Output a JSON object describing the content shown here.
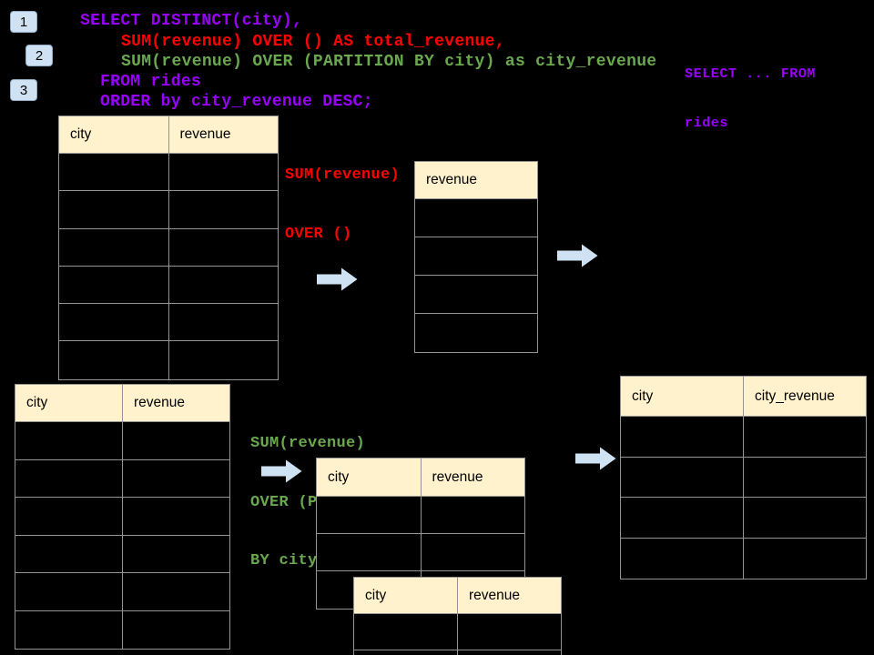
{
  "page": {
    "background": "#000000"
  },
  "badges": [
    {
      "label": "1"
    },
    {
      "label": "2"
    },
    {
      "label": "3"
    }
  ],
  "sql": {
    "lines": [
      {
        "text": "SELECT DISTINCT(city),",
        "color": "#9900FF"
      },
      {
        "text": "SUM(revenue) OVER () AS total_revenue,",
        "color": "#FF0000"
      },
      {
        "text": "SUM(revenue) OVER (PARTITION BY city) as city_revenue",
        "color": "#6AA84F"
      },
      {
        "text": "FROM rides",
        "color": "#9900FF"
      },
      {
        "text": "ORDER by city_revenue DESC;",
        "color": "#9900FF"
      }
    ]
  },
  "side_note": {
    "line1": "SELECT ... FROM",
    "line2": "rides"
  },
  "labels": {
    "total_revenue_note": {
      "line1": "SUM(revenue)",
      "line2": "OVER ()"
    },
    "partition_note": {
      "line1": "SUM(revenue)",
      "line2": "OVER (PARTITION",
      "line3": "BY city)"
    }
  },
  "tables": {
    "source_top": {
      "columns": [
        "city",
        "revenue"
      ],
      "row_count": 6,
      "cells": []
    },
    "total_revenue": {
      "columns": [
        "revenue"
      ],
      "row_count": 4,
      "cells": []
    },
    "source_bottom": {
      "columns": [
        "city",
        "revenue"
      ],
      "row_count": 6,
      "cells": []
    },
    "partition_a": {
      "columns": [
        "city",
        "revenue"
      ],
      "row_count": 3,
      "cells": []
    },
    "partition_b": {
      "columns": [
        "city",
        "revenue"
      ],
      "row_count": 2,
      "cells": []
    },
    "city_revenue": {
      "columns": [
        "city",
        "city_revenue"
      ],
      "row_count": 4,
      "cells": []
    }
  },
  "icons": {
    "flow_arrow": "arrow-right-icon"
  },
  "colors": {
    "purple": "#9900FF",
    "red": "#FF0000",
    "green": "#6AA84F",
    "arrow_blue": "#CFE2F3",
    "badge_blue": "#CFE2F3",
    "table_header_bg": "#FFF2CC",
    "table_border": "#949494",
    "background": "#000000"
  }
}
